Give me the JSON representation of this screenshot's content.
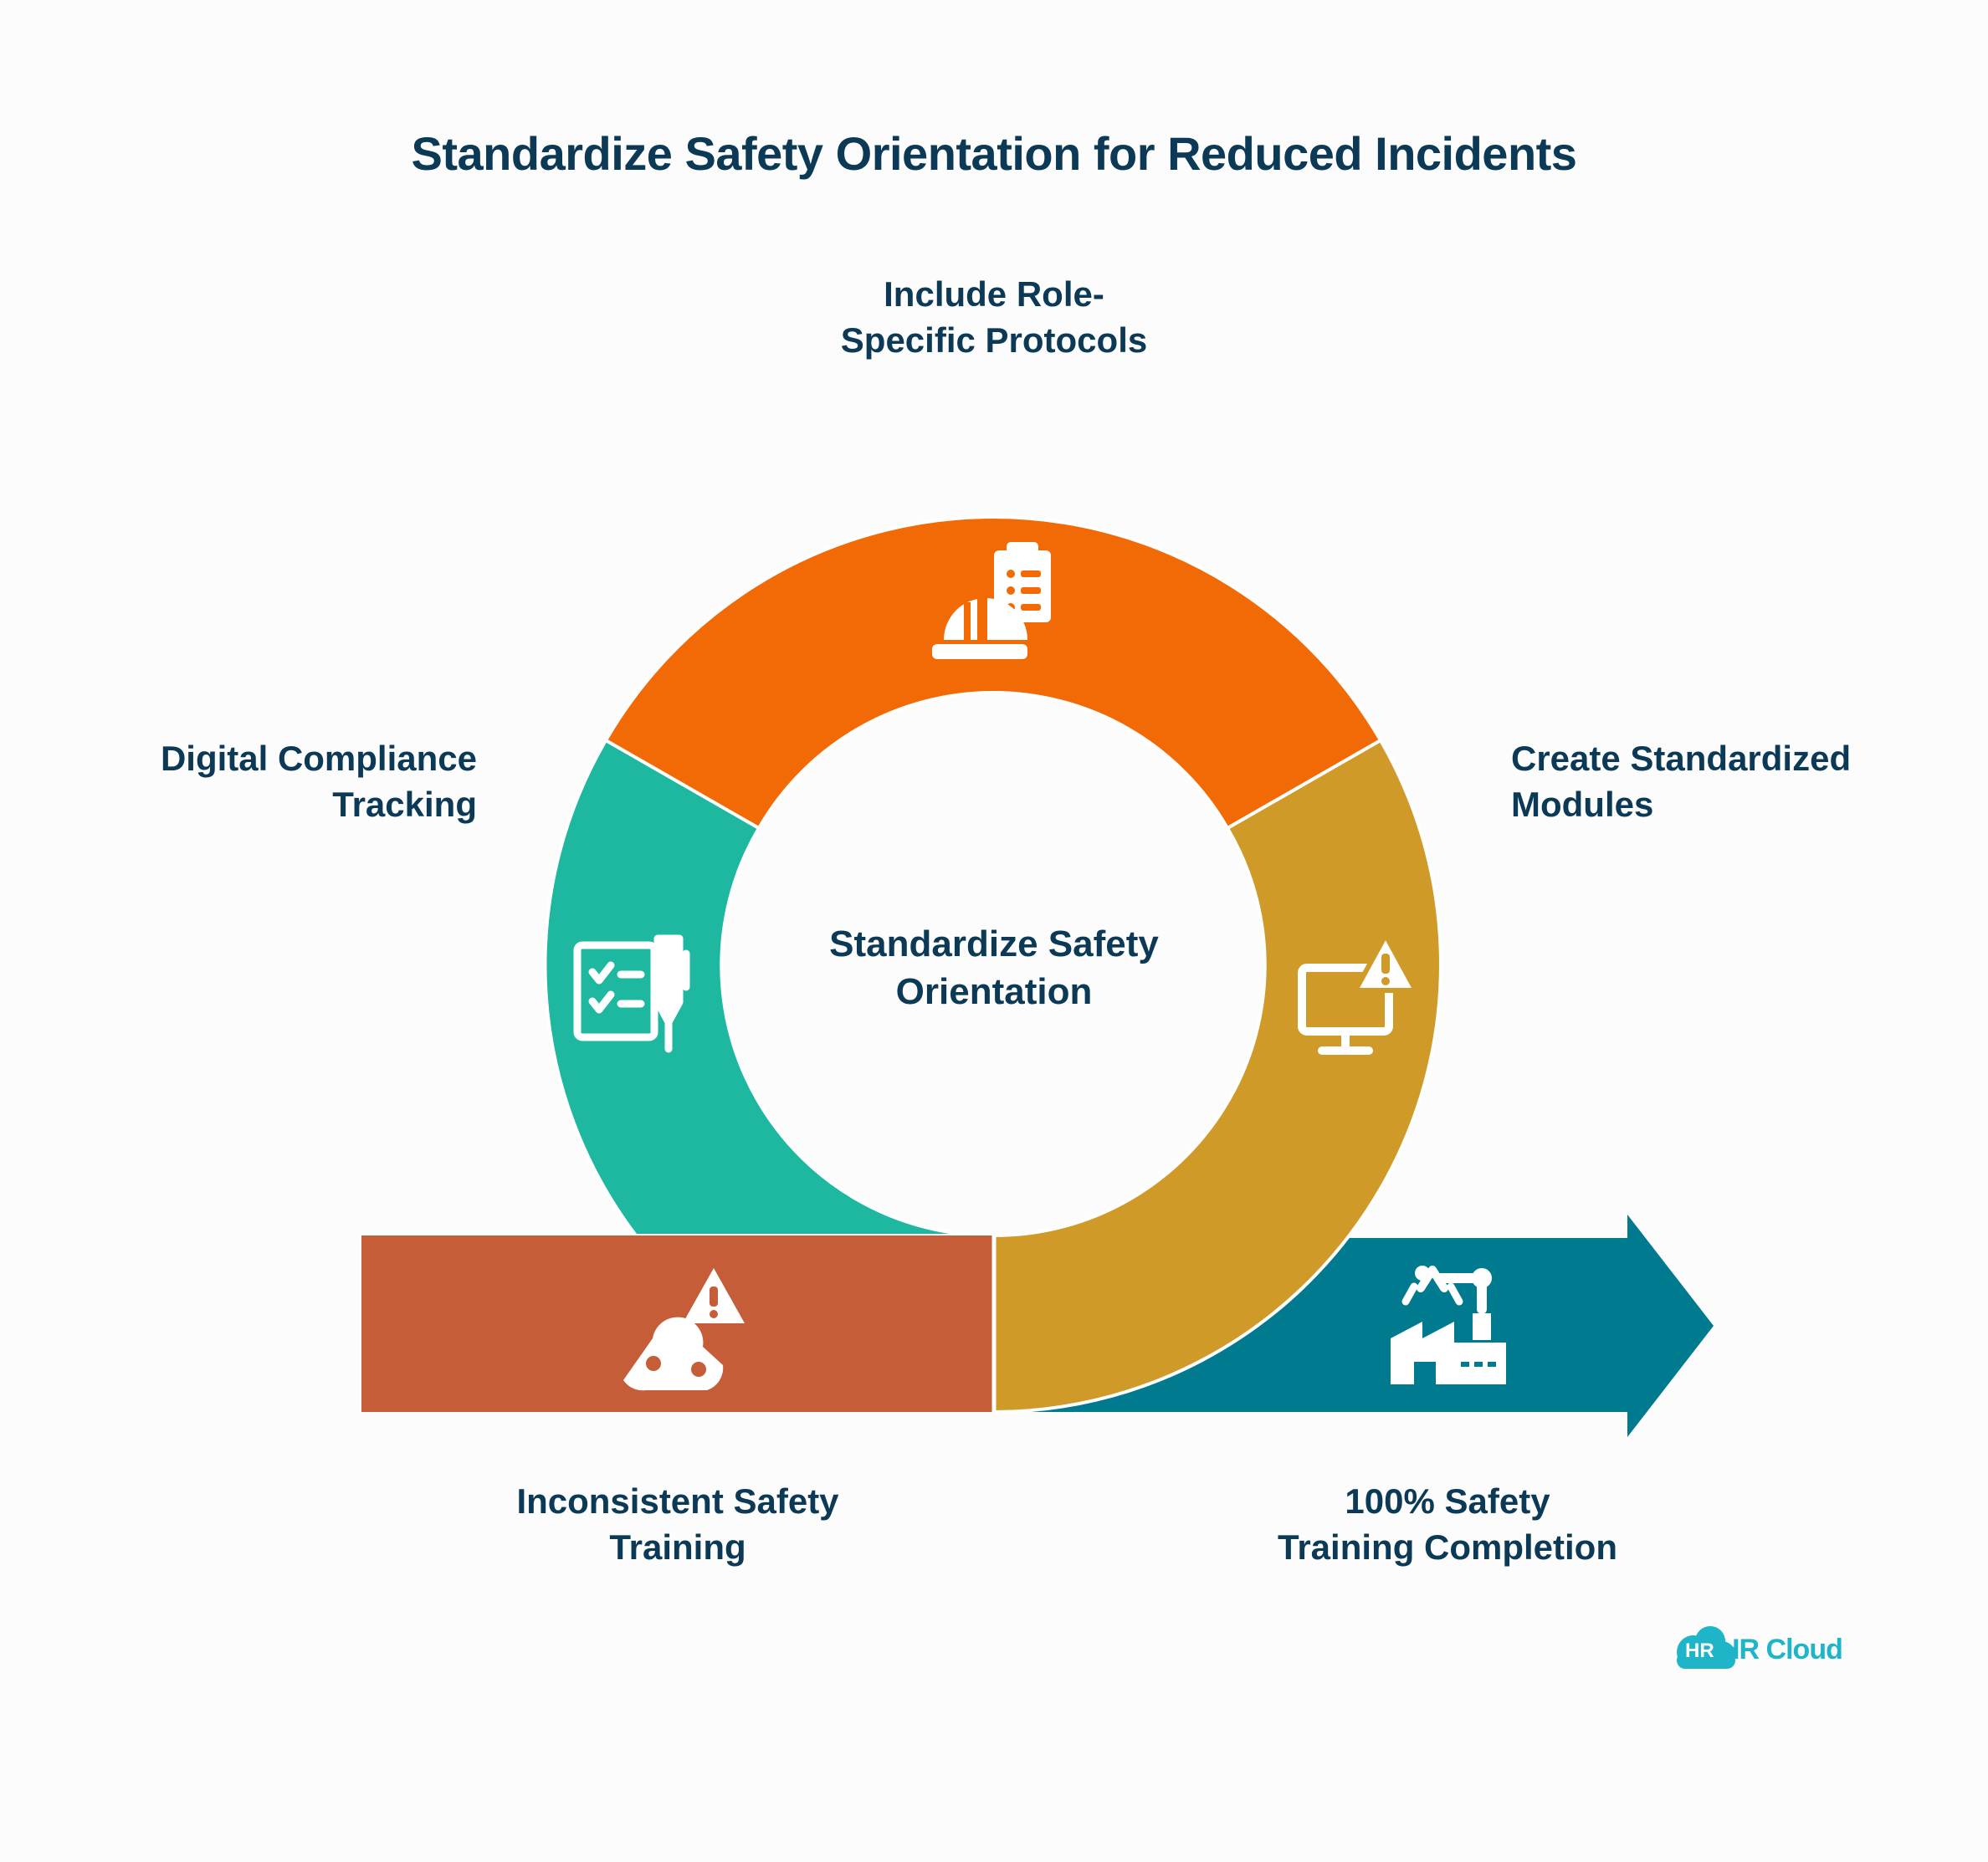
{
  "title": "Standardize Safety Orientation for Reduced Incidents",
  "center": {
    "line1": "Standardize Safety",
    "line2": "Orientation"
  },
  "stages": {
    "top": {
      "line1": "Include Role-",
      "line2": "Specific Protocols",
      "color": "#f26a05",
      "icon": "hardhat-clipboard-icon"
    },
    "left": {
      "line1": "Digital Compliance",
      "line2": "Tracking",
      "color": "#1db89f",
      "icon": "checklist-pen-icon"
    },
    "right": {
      "line1": "Create Standardized",
      "line2": "Modules",
      "color": "#cf9a28",
      "icon": "monitor-warning-icon"
    },
    "start": {
      "line1": "Inconsistent Safety",
      "line2": "Training",
      "color": "#c55d39",
      "icon": "conveyor-warning-icon"
    },
    "end": {
      "line1": "100% Safety",
      "line2": "Training Completion",
      "color": "#007a8e",
      "icon": "factory-robot-arm-icon"
    }
  },
  "logo": {
    "badge": "HR",
    "text": "HR Cloud",
    "color": "#1fb5c9"
  }
}
